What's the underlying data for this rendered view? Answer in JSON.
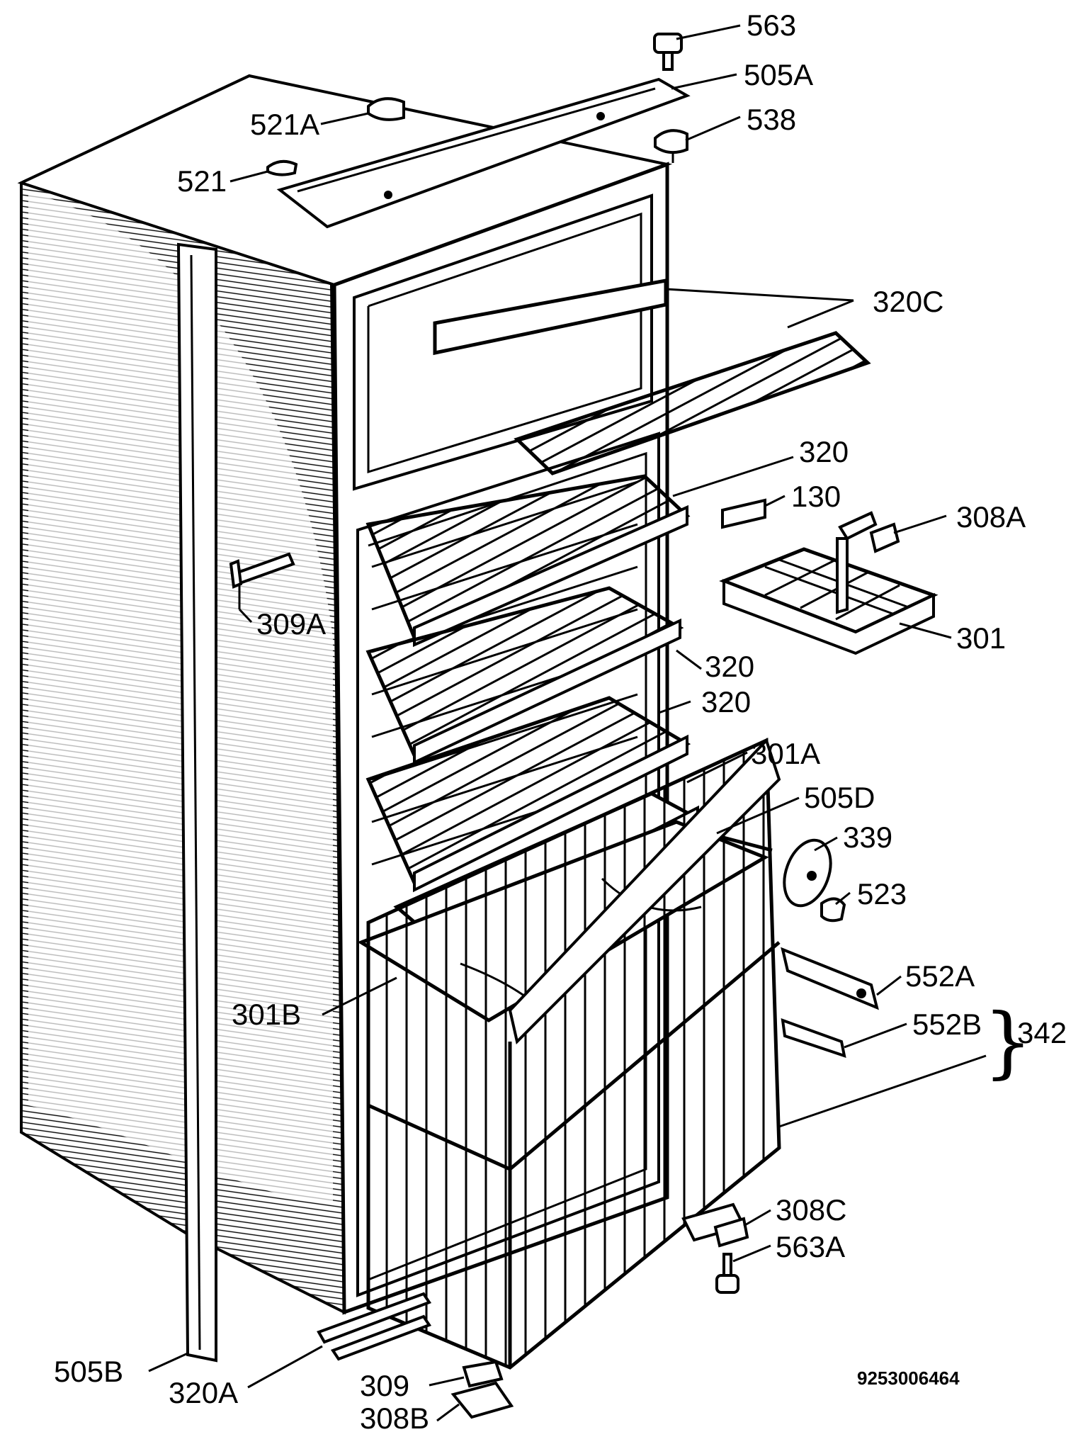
{
  "diagram": {
    "document_code": "9253006464",
    "brace_symbol": "}",
    "labels": [
      {
        "id": "563",
        "text": "563"
      },
      {
        "id": "505A",
        "text": "505A"
      },
      {
        "id": "521A",
        "text": "521A"
      },
      {
        "id": "538",
        "text": "538"
      },
      {
        "id": "521",
        "text": "521"
      },
      {
        "id": "320C",
        "text": "320C"
      },
      {
        "id": "320-a",
        "text": "320"
      },
      {
        "id": "130",
        "text": "130"
      },
      {
        "id": "308A",
        "text": "308A"
      },
      {
        "id": "309A",
        "text": "309A"
      },
      {
        "id": "301",
        "text": "301"
      },
      {
        "id": "320-b",
        "text": "320"
      },
      {
        "id": "320-c",
        "text": "320"
      },
      {
        "id": "301A",
        "text": "301A"
      },
      {
        "id": "505D",
        "text": "505D"
      },
      {
        "id": "339",
        "text": "339"
      },
      {
        "id": "523",
        "text": "523"
      },
      {
        "id": "552A",
        "text": "552A"
      },
      {
        "id": "301B",
        "text": "301B"
      },
      {
        "id": "552B",
        "text": "552B"
      },
      {
        "id": "342",
        "text": "342"
      },
      {
        "id": "308C",
        "text": "308C"
      },
      {
        "id": "563A",
        "text": "563A"
      },
      {
        "id": "505B",
        "text": "505B"
      },
      {
        "id": "320A",
        "text": "320A"
      },
      {
        "id": "309",
        "text": "309"
      },
      {
        "id": "308B",
        "text": "308B"
      }
    ]
  }
}
